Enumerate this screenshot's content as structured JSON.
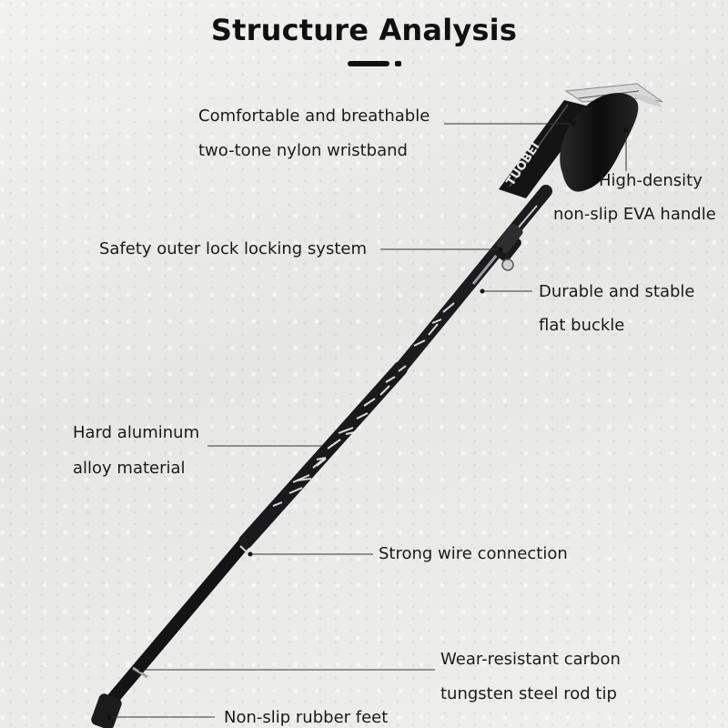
{
  "title": "Structure Analysis",
  "callouts": {
    "wristband": {
      "line1": "Comfortable and breathable",
      "line2": "two-tone nylon wristband"
    },
    "handle": {
      "line1": "High-density",
      "line2": "non-slip EVA handle"
    },
    "lock": {
      "line1": "Safety outer lock locking system"
    },
    "buckle": {
      "line1": "Durable and stable",
      "line2": "flat buckle"
    },
    "aluminum": {
      "line1": "Hard aluminum",
      "line2": "alloy material"
    },
    "wire": {
      "line1": "Strong wire connection"
    },
    "tip": {
      "line1": "Wear-resistant carbon",
      "line2": "tungsten steel rod tip"
    },
    "feet": {
      "line1": "Non-slip rubber feet"
    }
  },
  "strap_text": "TUOBEI",
  "colors": {
    "text": "#1a1a1a",
    "pole": "#1c1c1e",
    "background": "#ececea"
  }
}
